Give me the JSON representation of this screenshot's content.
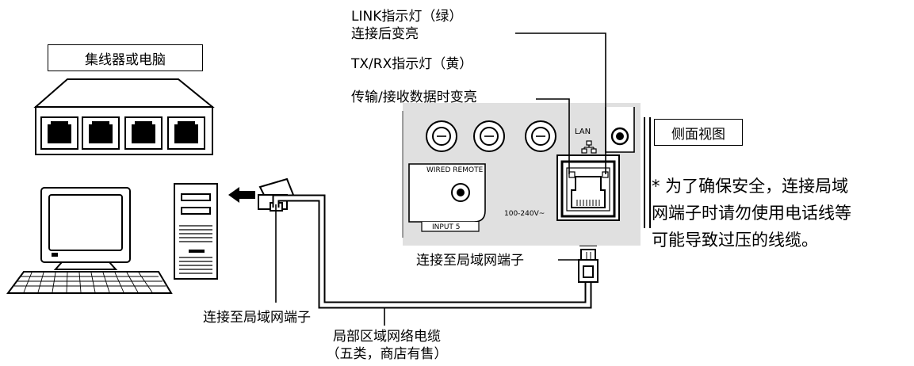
{
  "hub": {
    "label": "集线器或电脑"
  },
  "side_view": {
    "label": "侧面视图"
  },
  "link_led": {
    "line1": "LINK指示灯（绿）",
    "line2": "连接后变亮"
  },
  "txrx_led": {
    "line1": "TX/RX指示灯（黄）",
    "line2": "传输/接收数据时变亮"
  },
  "projector_panel": {
    "lan_label": "LAN",
    "wired_remote_label": "WIRED REMOTE",
    "voltage_label": "100-240V~",
    "input_label": "INPUT 5"
  },
  "connector_right_label": "连接至局域网端子",
  "connector_left_label": "连接至局域网端子",
  "cable": {
    "line1": "局部区域网络电缆",
    "line2": "（五类，商店有售）"
  },
  "safety_note": {
    "line1": "* 为了确保安全，连接局域",
    "line2": "网端子时请勿使用电话线等",
    "line3": "可能导致过压的线缆。"
  }
}
